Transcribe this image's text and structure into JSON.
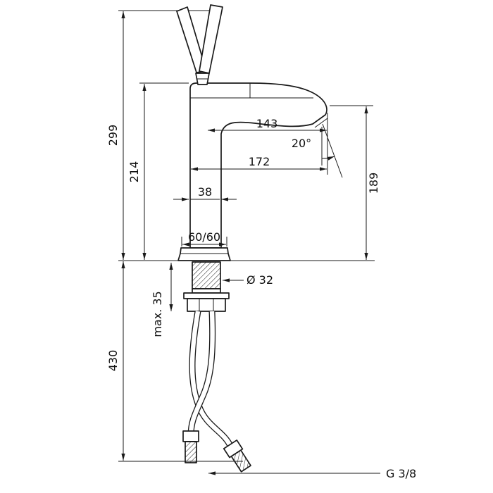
{
  "colors": {
    "ink": "#1a1a1a",
    "background": "#ffffff"
  },
  "drawing": {
    "labels": {
      "overall_height": "299",
      "height_to_spout": "214",
      "spout_reach": "143",
      "reach_total": "172",
      "stream_angle": "20°",
      "body_width": "38",
      "base_size": "60/60",
      "outlet_height": "189",
      "mounting_hole": "Ø 32",
      "max_deck_thickness": "max. 35",
      "hose_length": "430",
      "connection_thread": "G 3/8"
    }
  }
}
